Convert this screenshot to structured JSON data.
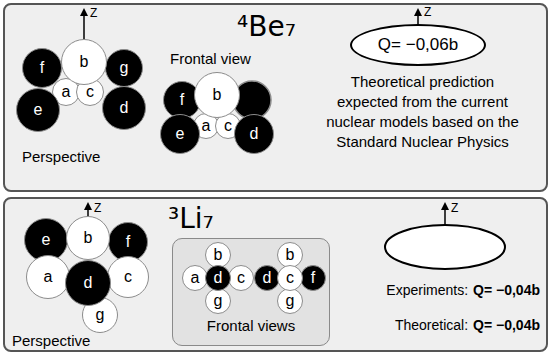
{
  "diagram": {
    "nodes": [
      {
        "text": [
          "⁴Be₇"
        ]
      },
      {
        "text": [
          "Q= −0,06b"
        ],
        "in": 0
      },
      {
        "text": [
          "a"
        ],
        "in": 0
      },
      {
        "text": [
          "c"
        ],
        "in": 0
      },
      {
        "text": [
          "f"
        ],
        "in": 0
      },
      {
        "text": [
          "g"
        ],
        "in": 0
      },
      {
        "text": [
          "e"
        ],
        "in": 0
      },
      {
        "text": [
          "d"
        ],
        "in": 0
      },
      {
        "text": [
          "b"
        ],
        "in": 0
      },
      {
        "text": [
          "a"
        ],
        "in": 0
      },
      {
        "text": [
          "c"
        ],
        "in": 0
      },
      {
        "text": [
          "f"
        ],
        "in": 0
      },
      {
        "text": [
          "e"
        ],
        "in": 0
      },
      {
        "text": [
          "d"
        ],
        "in": 0
      },
      {
        "text": [
          "b"
        ],
        "in": 0
      },
      {
        "text": [
          "³Li₇"
        ]
      },
      {
        "text": [
          "e"
        ],
        "in": 15
      },
      {
        "text": [
          "f"
        ],
        "in": 15
      },
      {
        "text": [
          "b"
        ],
        "in": 15
      },
      {
        "text": [
          "a"
        ],
        "in": 15
      },
      {
        "text": [
          "c"
        ],
        "in": 15
      },
      {
        "text": [
          "g"
        ],
        "in": 15
      },
      {
        "text": [
          "d"
        ],
        "in": 15
      },
      {
        "text": [
          "Frontal views"
        ],
        "in": 15
      },
      {
        "text": [
          "b"
        ],
        "in": 23
      },
      {
        "text": [
          "a"
        ],
        "in": 23
      },
      {
        "text": [
          "c"
        ],
        "in": 23
      },
      {
        "text": [
          "g"
        ],
        "in": 23
      },
      {
        "text": [
          "d"
        ],
        "in": 23
      },
      {
        "text": [
          "b"
        ],
        "in": 23
      },
      {
        "text": [
          "d"
        ],
        "in": 23
      },
      {
        "text": [
          "f"
        ],
        "in": 23
      },
      {
        "text": [
          "g"
        ],
        "in": 23
      },
      {
        "text": [
          "c"
        ],
        "in": 23
      }
    ],
    "labels": [
      "Z",
      "Perspective",
      "Frontal view",
      "Z",
      "Theoretical prediction expected from the current nuclear models based on the Standard Nuclear Physics",
      "Z",
      "Perspective",
      "Z",
      "Experiments:",
      "Q= −0,04b",
      "Theoretical:",
      "Q= −0,04b"
    ]
  }
}
